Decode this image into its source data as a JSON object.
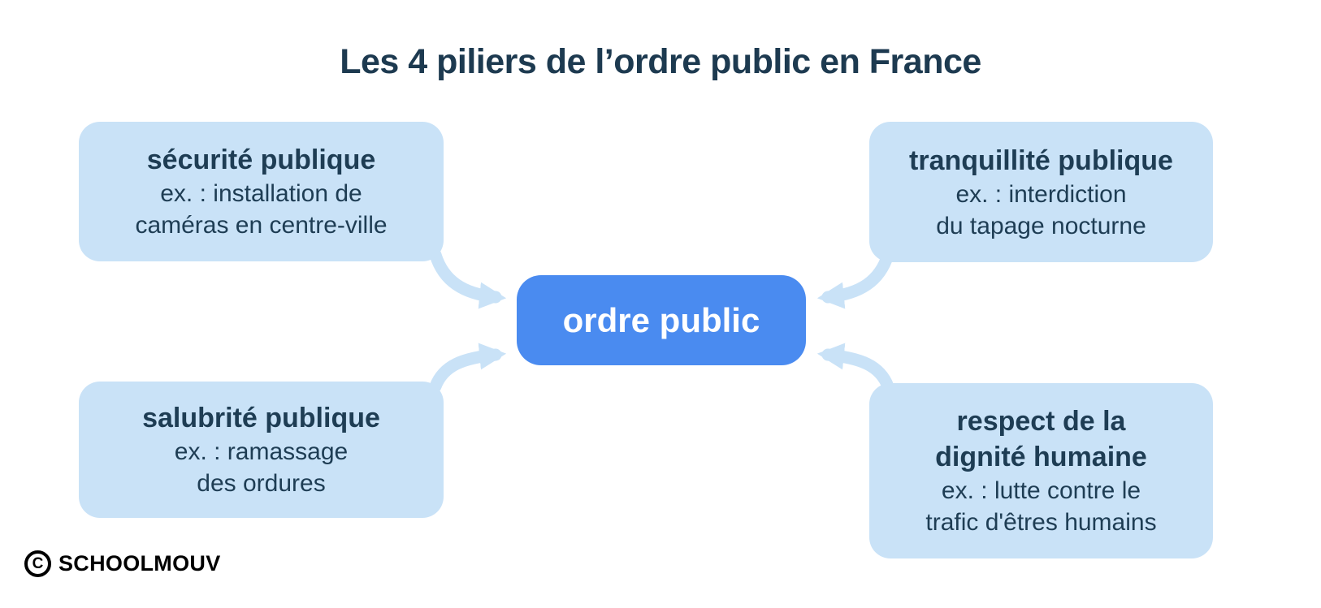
{
  "title": "Les 4 piliers de l’ordre public en France",
  "center_box": {
    "label": "ordre public"
  },
  "boxes": {
    "top_left": {
      "title": "sécurité publique",
      "example_line1": "ex. : installation de",
      "example_line2": "caméras en centre-ville"
    },
    "top_right": {
      "title": "tranquillité publique",
      "example_line1": "ex. : interdiction",
      "example_line2": "du tapage nocturne"
    },
    "bottom_left": {
      "title": "salubrité publique",
      "example_line1": "ex. : ramassage",
      "example_line2": "des ordures"
    },
    "bottom_right": {
      "title_line1": "respect de la",
      "title_line2": "dignité humaine",
      "example_line1": "ex. : lutte contre le",
      "example_line2": "trafic d'êtres humains"
    }
  },
  "footer": {
    "copyright_letter": "C",
    "brand": "SCHOOLMOUV"
  },
  "colors": {
    "pillar_box_fill": "#C9E2F7",
    "center_box_fill": "#4A8BF0",
    "arrow": "#C9E2F7",
    "text_dark": "#1E3D54",
    "title_text": "#1D3A50",
    "center_text": "#FFFFFF",
    "background": "#FFFFFF",
    "logo": "#000000"
  }
}
